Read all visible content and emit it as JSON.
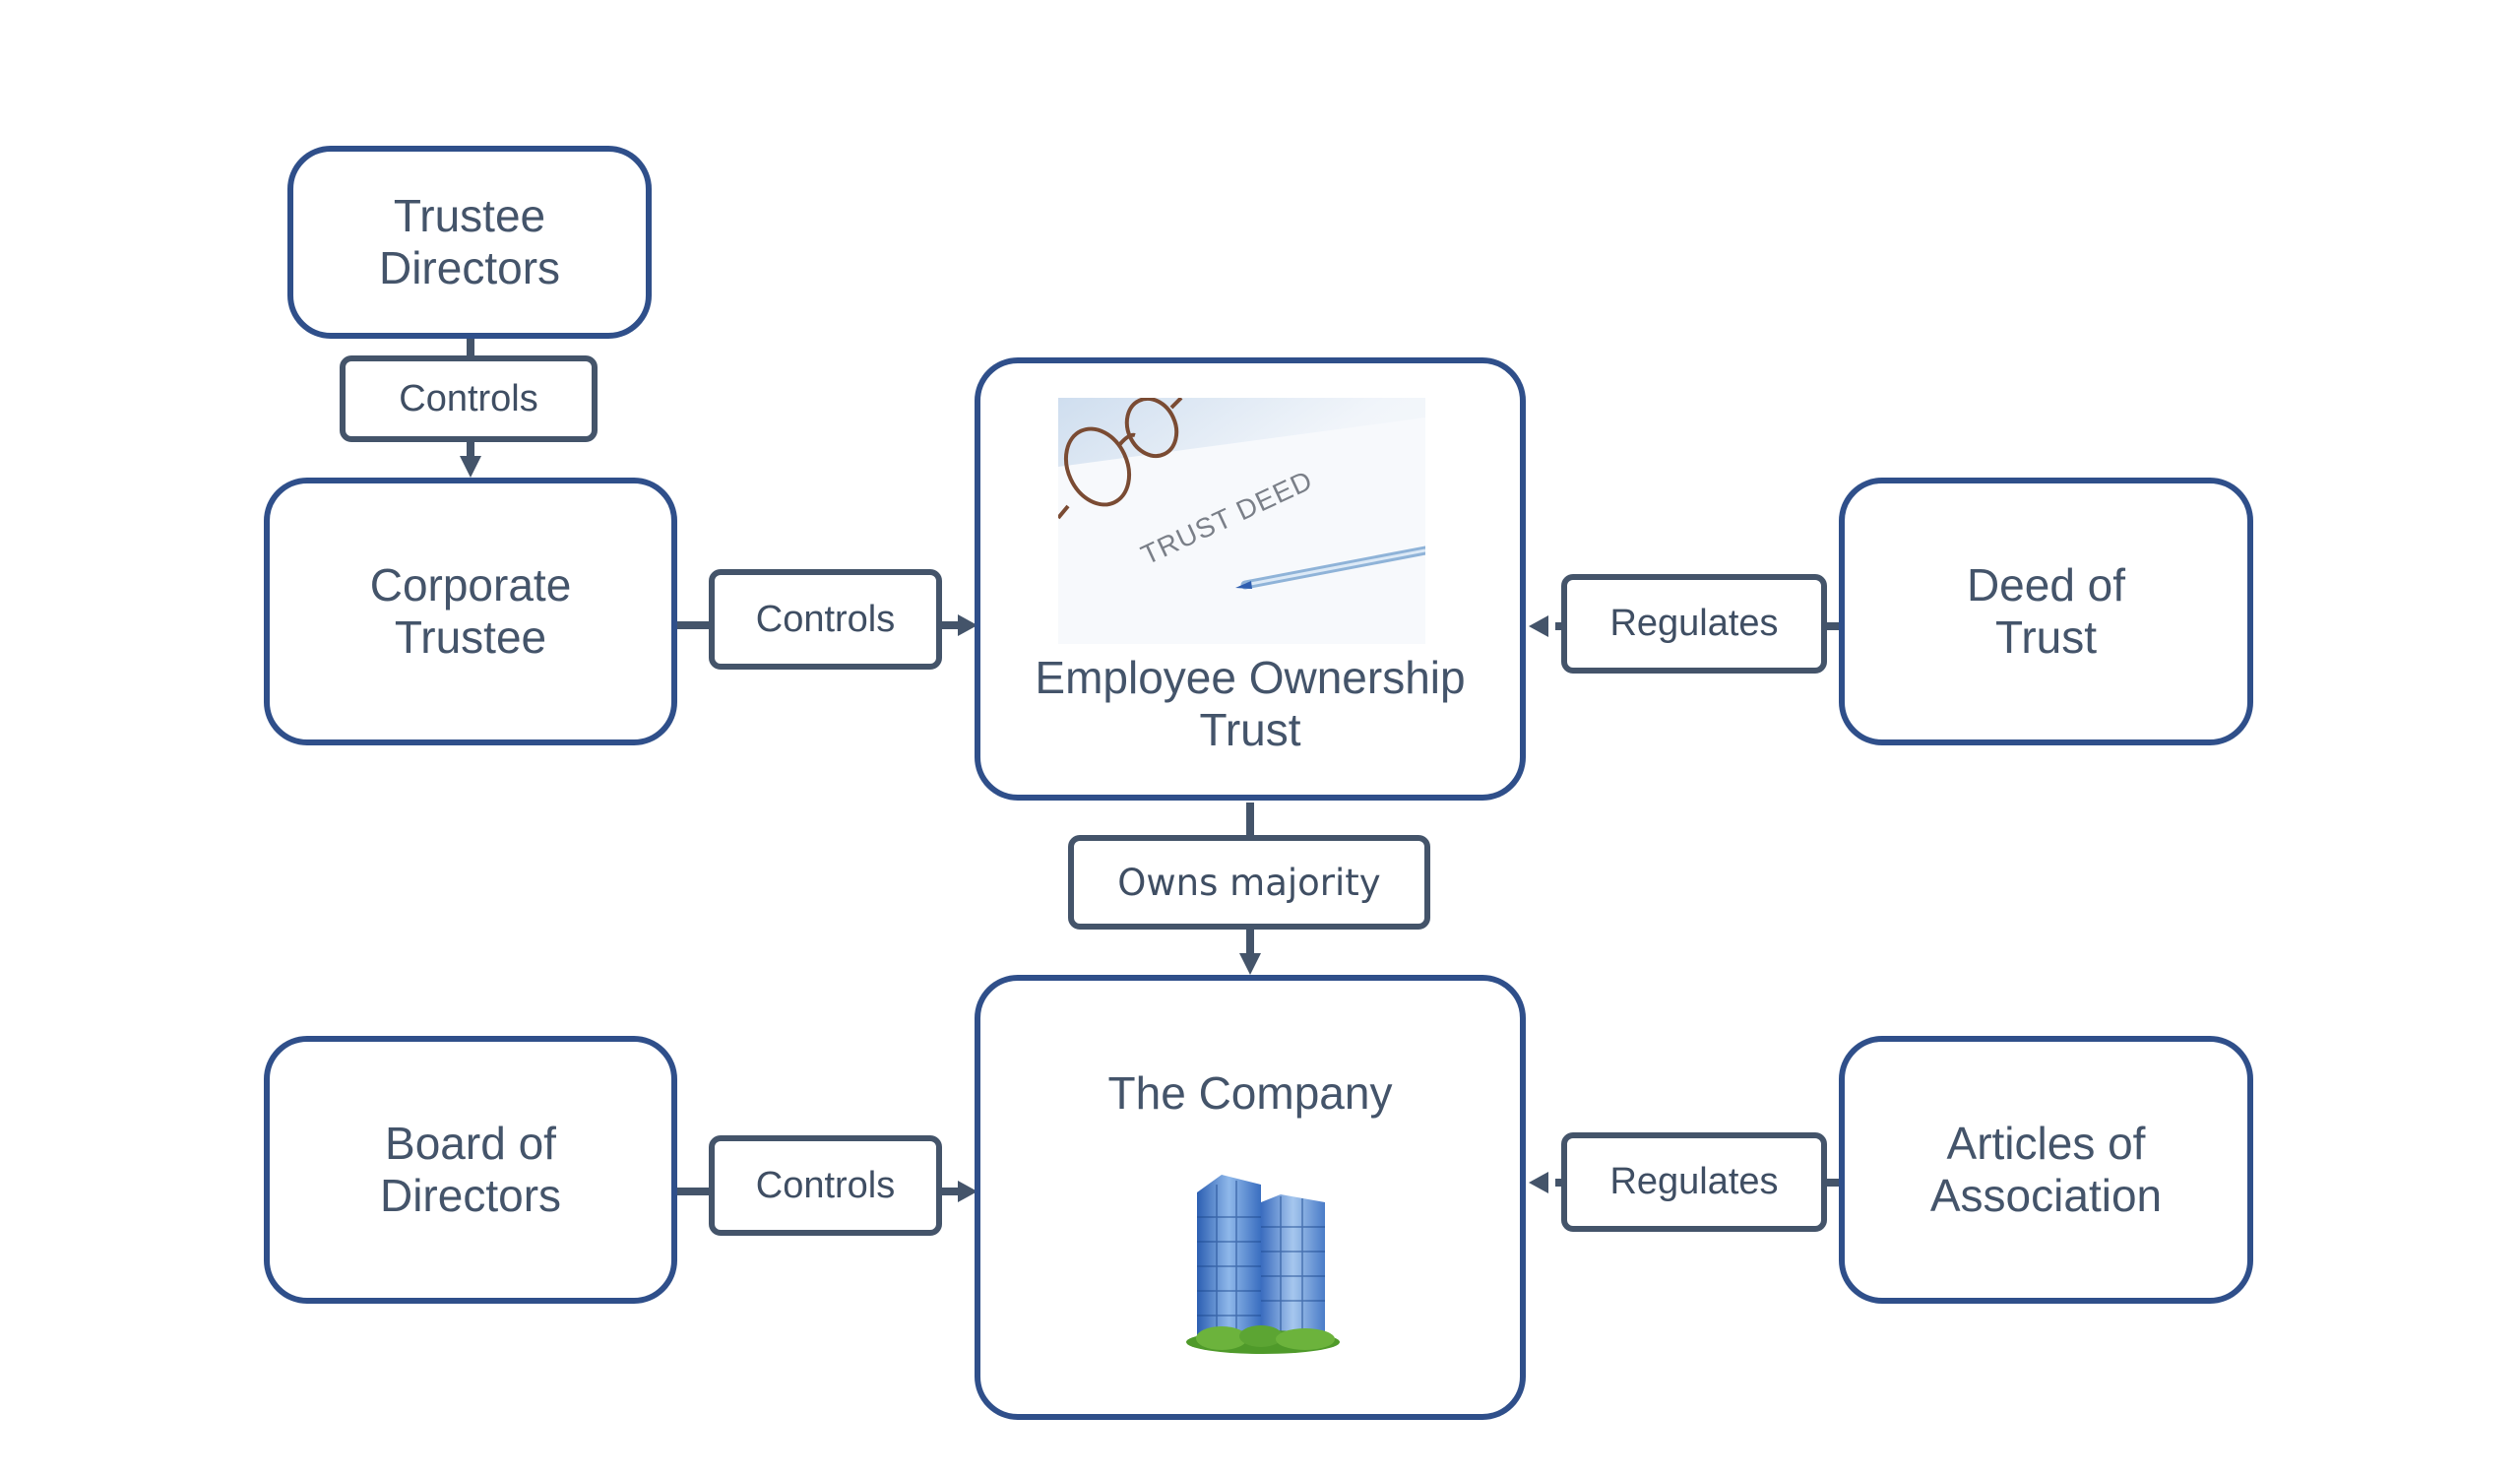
{
  "nodes": {
    "trustee_directors": "Trustee\nDirectors",
    "corporate_trustee": "Corporate\nTrustee",
    "employee_ownership_trust": "Employee Ownership\nTrust",
    "deed_of_trust": "Deed of\nTrust",
    "the_company": "The Company",
    "board_of_directors": "Board of\nDirectors",
    "articles_of_association": "Articles of\nAssociation"
  },
  "edges": {
    "trustee_to_corporate": "Controls",
    "corporate_to_trust": "Controls",
    "deed_to_trust": "Regulates",
    "trust_to_company": "Owns majority",
    "board_to_company": "Controls",
    "articles_to_company": "Regulates"
  },
  "images": {
    "trust_deed_photo_text": "TRUST DEED"
  },
  "colors": {
    "node_border": "#2f4f8a",
    "connector": "#44546a",
    "text": "#44546a"
  }
}
